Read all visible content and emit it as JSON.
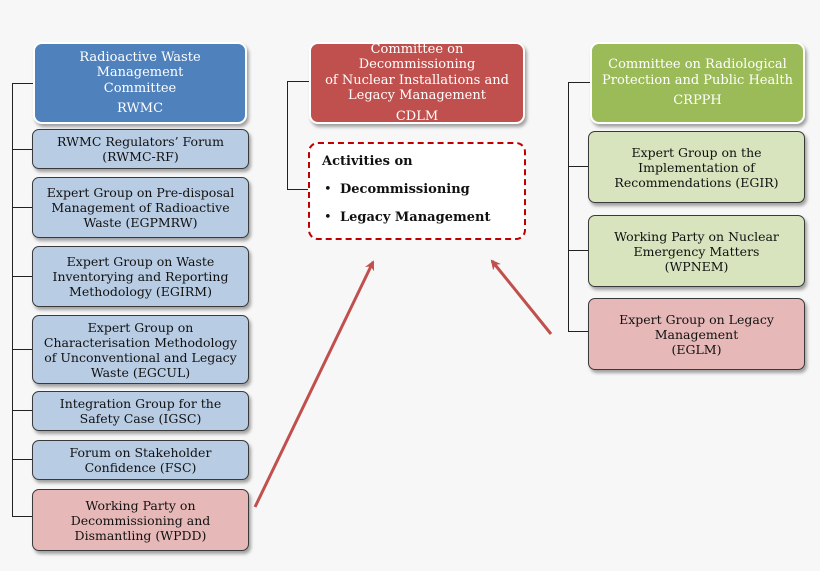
{
  "rwmc": {
    "head": {
      "lines": [
        "Radioactive Waste Management",
        "Committee"
      ],
      "abbr": "RWMC"
    },
    "items": [
      {
        "lines": [
          "RWMC Regulators’ Forum",
          "(RWMC-RF)"
        ]
      },
      {
        "lines": [
          "Expert Group on Pre-disposal",
          "Management of Radioactive",
          "Waste (EGPMRW)"
        ]
      },
      {
        "lines": [
          "Expert Group on Waste",
          "Inventorying and Reporting",
          "Methodology (EGIRM)"
        ]
      },
      {
        "lines": [
          "Expert Group on",
          "Characterisation Methodology",
          "of Unconventional and Legacy",
          "Waste (EGCUL)"
        ]
      },
      {
        "lines": [
          "Integration Group for the",
          "Safety Case (IGSC)"
        ]
      },
      {
        "lines": [
          "Forum on Stakeholder",
          "Confidence (FSC)"
        ]
      },
      {
        "lines": [
          "Working Party on",
          "Decommissioning and",
          "Dismantling (WPDD)"
        ]
      }
    ]
  },
  "cdlm": {
    "head": {
      "lines": [
        "Committee on Decommissioning",
        "of Nuclear Installations and",
        "Legacy Management"
      ],
      "abbr": "CDLM"
    },
    "activities": {
      "title": "Activities on",
      "bullet": "•",
      "items": [
        "Decommissioning",
        "Legacy Management"
      ]
    }
  },
  "crpph": {
    "head": {
      "lines": [
        "Committee on Radiological",
        "Protection and Public Health"
      ],
      "abbr": "CRPPH"
    },
    "items": [
      {
        "lines": [
          "Expert Group on the",
          "Implementation of",
          "Recommendations (EGIR)"
        ]
      },
      {
        "lines": [
          "Working Party on Nuclear",
          "Emergency Matters",
          "(WPNEM)"
        ]
      },
      {
        "lines": [
          "Expert Group on Legacy",
          "Management",
          "(EGLM)"
        ]
      }
    ]
  },
  "colors": {
    "rwmc_head": "#4f81bd",
    "cdlm_head": "#c0504d",
    "crpph_head": "#9bbb59",
    "blue_box": "#b8cce4",
    "pink_box": "#e6b9b8",
    "green_box": "#d7e4bd",
    "arrow": "#c0504d"
  }
}
